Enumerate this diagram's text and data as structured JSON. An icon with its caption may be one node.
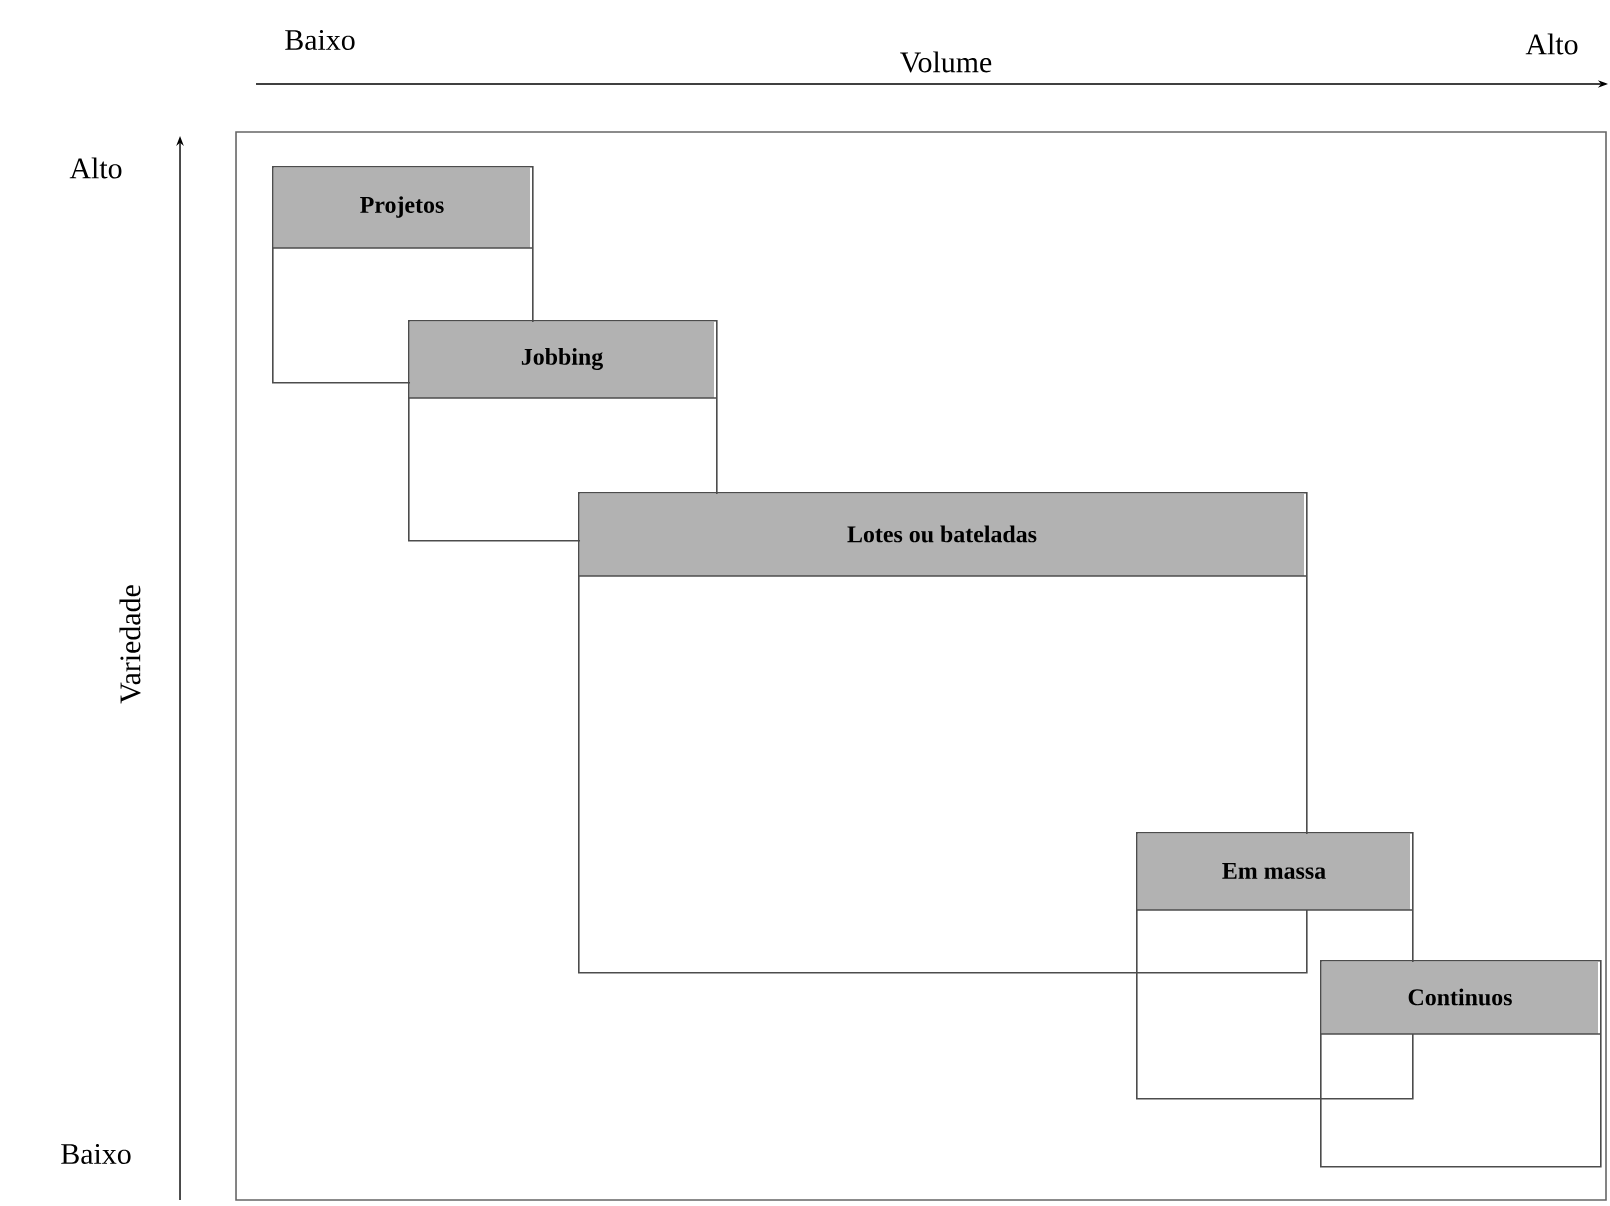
{
  "diagram": {
    "nodes": [
      {
        "text": [
          "Projetos"
        ]
      },
      {
        "text": [
          "Jobbing"
        ]
      },
      {
        "text": [
          "Lotes ou bateladas"
        ]
      },
      {
        "text": [
          "Em massa"
        ]
      },
      {
        "text": [
          "Continuos"
        ]
      }
    ],
    "labels": [
      "Baixo",
      "Volume",
      "Alto",
      "Alto",
      "Variedade",
      "Baixo"
    ]
  }
}
